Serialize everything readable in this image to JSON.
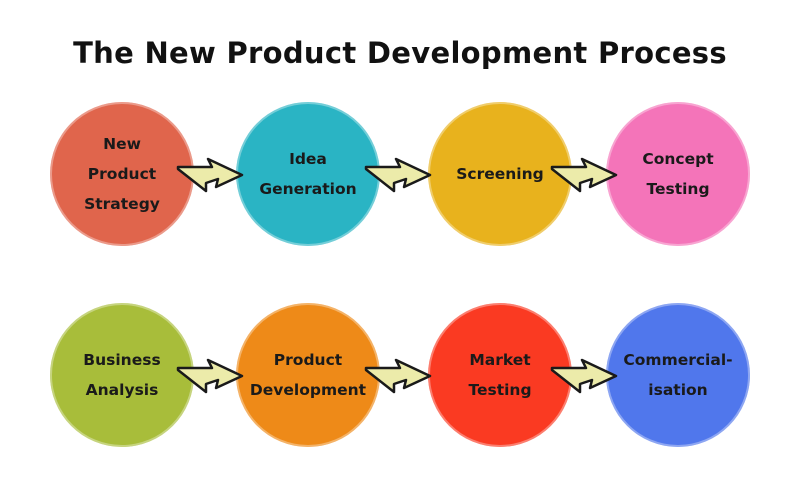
{
  "title": "The New Product Development Process",
  "steps": [
    {
      "label": "New\nProduct\nStrategy",
      "color": "#e0654c"
    },
    {
      "label": "Idea\nGeneration",
      "color": "#2ab4c4"
    },
    {
      "label": "Screening",
      "color": "#e8b21d"
    },
    {
      "label": "Concept\nTesting",
      "color": "#f474b9"
    },
    {
      "label": "Business\nAnalysis",
      "color": "#a8bd3a"
    },
    {
      "label": "Product\nDevelopment",
      "color": "#ee8a18"
    },
    {
      "label": "Market\nTesting",
      "color": "#fa3a22"
    },
    {
      "label": "Commercial-\nisation",
      "color": "#5077ec"
    }
  ],
  "arrow_color": "#ecebaa"
}
